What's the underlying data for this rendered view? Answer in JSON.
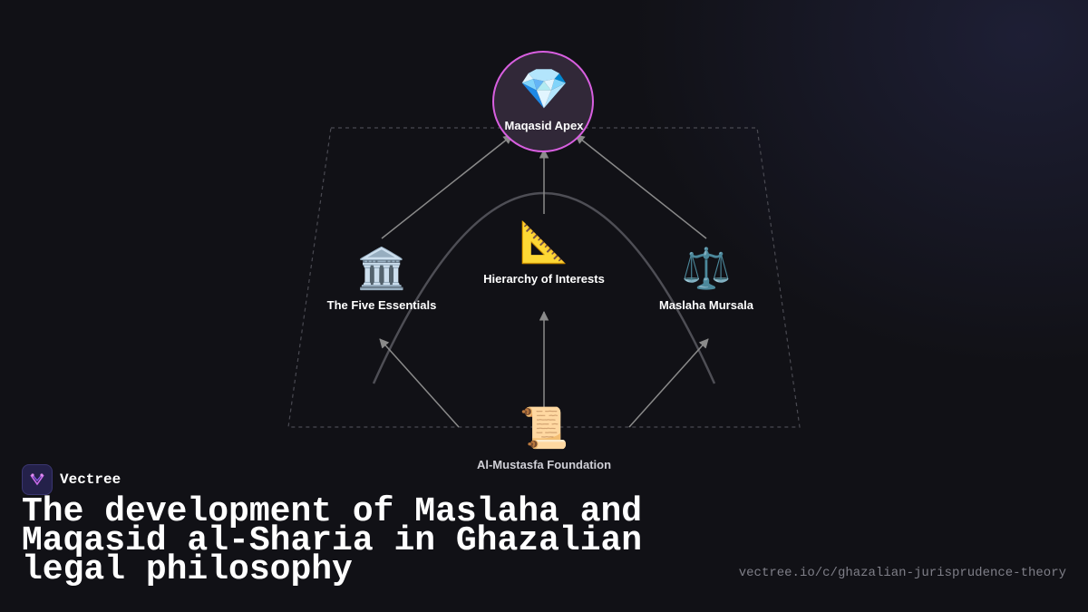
{
  "diagram": {
    "nodes": {
      "apex": {
        "icon": "💎",
        "icon_name": "gem-icon",
        "label": "Maqasid Apex"
      },
      "hierarchy": {
        "icon": "📐",
        "icon_name": "triangular-ruler-icon",
        "label": "Hierarchy of Interests"
      },
      "five_essentials": {
        "icon": "🏛️",
        "icon_name": "classical-building-icon",
        "label": "The Five Essentials"
      },
      "maslaha_mursala": {
        "icon": "⚖️",
        "icon_name": "balance-scale-icon",
        "label": "Maslaha Mursala"
      },
      "foundation": {
        "icon": "📜",
        "icon_name": "scroll-icon",
        "label": "Al-Mustasfa Foundation"
      }
    },
    "edges": [
      {
        "from": "five_essentials",
        "to": "apex"
      },
      {
        "from": "hierarchy",
        "to": "apex"
      },
      {
        "from": "maslaha_mursala",
        "to": "apex"
      },
      {
        "from": "foundation",
        "to": "five_essentials"
      },
      {
        "from": "foundation",
        "to": "hierarchy"
      },
      {
        "from": "foundation",
        "to": "maslaha_mursala"
      }
    ],
    "colors": {
      "apex_ring": "#d85fe0",
      "connector": "#8a8a8a",
      "background": "#111116"
    }
  },
  "brand": {
    "name": "Vectree",
    "logo_icon": "vectree-logo-icon"
  },
  "title": "The development of Maslaha and Maqasid al-Sharia in Ghazalian legal philosophy",
  "source_url": "vectree.io/c/ghazalian-jurisprudence-theory"
}
